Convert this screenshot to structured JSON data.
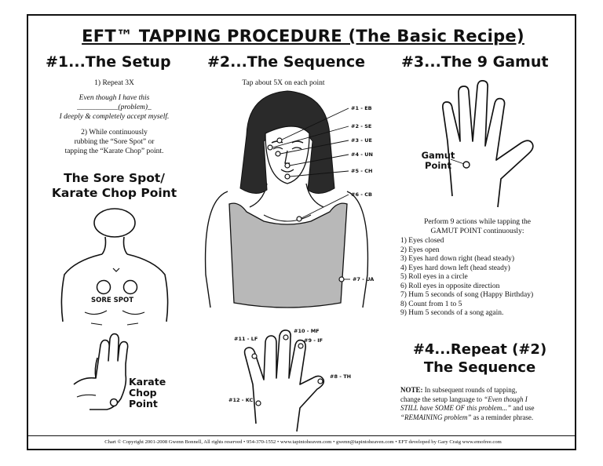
{
  "title": "EFT™ TAPPING PROCEDURE (The Basic Recipe)",
  "setup": {
    "heading": "#1...The Setup",
    "step1": "1) Repeat 3X",
    "affirm1": "Even though I have this",
    "affirm2": "___________(problem)_",
    "affirm3": "I deeply & completely accept myself.",
    "step2_1": "2) While continuously",
    "step2_2": "rubbing the “Sore Spot” or",
    "step2_3": "tapping the “Karate Chop” point.",
    "sore_heading_1": "The Sore Spot/",
    "sore_heading_2": "Karate Chop Point",
    "sore_label": "SORE SPOT",
    "karate_1": "Karate",
    "karate_2": "Chop",
    "karate_3": "Point"
  },
  "sequence": {
    "heading": "#2...The Sequence",
    "instruction": "Tap about 5X on each point",
    "points": [
      "#1 - EB",
      "#2 - SE",
      "#3 - UE",
      "#4 - UN",
      "#5 - CH",
      "#6 - CB",
      "#7 - UA"
    ],
    "hand_points": [
      "#10 - MF",
      "#9 - IF",
      "#11 - LF",
      "#8 - TH",
      "#12 - KC"
    ]
  },
  "gamut": {
    "heading": "#3...The 9 Gamut",
    "point_label_1": "Gamut",
    "point_label_2": "Point",
    "intro_1": "Perform 9 actions while tapping the",
    "intro_2": "GAMUT POINT continuously:",
    "actions": [
      "1) Eyes closed",
      "2) Eyes open",
      "3) Eyes hard down right (head steady)",
      "4) Eyes hard down left (head steady)",
      "5) Roll eyes in a circle",
      "6) Roll eyes in opposite direction",
      "7) Hum 5 seconds of song (Happy Birthday)",
      "8) Count from 1 to 5",
      "9) Hum 5 seconds of a song again."
    ]
  },
  "repeat": {
    "heading_1": "#4...Repeat (#2)",
    "heading_2": "The Sequence",
    "note_label": "NOTE:",
    "note_1": "In subsequent rounds of tapping,",
    "note_2": "change the setup language to",
    "note_quote_1": "“Even though I",
    "note_quote_2": "STILL have SOME OF this problem...”",
    "note_3": "and use",
    "note_quote_3": "“REMAINING problem”",
    "note_4": "as a reminder phrase."
  },
  "footer": "Chart © Copyright 2001-2008 Gwenn Bonnell, All rights reserved • 954-370-1552 • www.tapintoheaven.com • gwenn@tapintoheaven.com • EFT developed by Gary Craig www.emofree.com",
  "colors": {
    "ink": "#111111",
    "hair": "#2a2a2a",
    "shirt": "#b8b8b8",
    "skin": "#ffffff"
  }
}
